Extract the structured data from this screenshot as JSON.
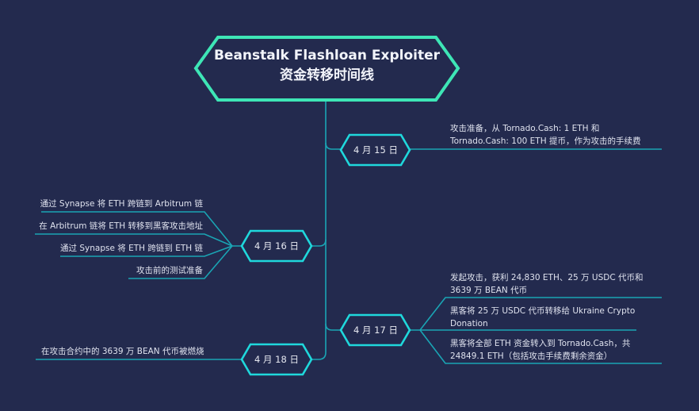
{
  "title": {
    "line1": "Beanstalk Flashloan Exploiter",
    "line2": "资金转移时间线"
  },
  "colors": {
    "background": "#232a4e",
    "title_border": "#3ee6b6",
    "date_border": "#1fd8dc",
    "connector": "#1aa5b4"
  },
  "dates": [
    {
      "label": "4 月 15 日",
      "events": [
        "攻击准备，从 Tornado.Cash: 1 ETH 和 Tornado.Cash: 100 ETH 提币，作为攻击的手续费"
      ]
    },
    {
      "label": "4 月 16 日",
      "events": [
        "通过 Synapse 将 ETH 跨链到 Arbitrum 链",
        "在 Arbitrum 链将 ETH 转移到黑客攻击地址",
        "通过 Synapse 将 ETH 跨链到 ETH 链",
        "攻击前的测试准备"
      ]
    },
    {
      "label": "4 月 17 日",
      "events": [
        "发起攻击，获利 24,830 ETH、25 万 USDC 代币和 3639 万 BEAN 代币",
        "黑客将  25 万 USDC 代币转移给 Ukraine Crypto Donation",
        "黑客将全部 ETH 资金转入到 Tornado.Cash，共 24849.1 ETH（包括攻击手续费剩余资金）"
      ]
    },
    {
      "label": "4 月 18 日",
      "events": [
        "在攻击合约中的 3639 万 BEAN 代币被燃烧"
      ]
    }
  ]
}
